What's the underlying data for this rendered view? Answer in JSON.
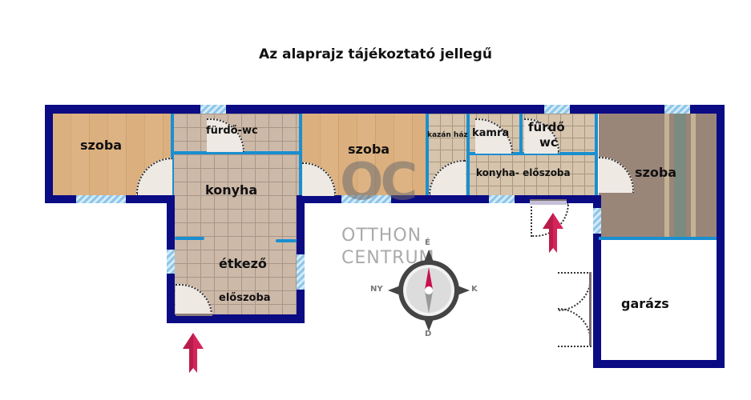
{
  "title": "Az alaprajz tájékoztató jellegű",
  "rooms": [
    {
      "id": "szoba-1",
      "label": "szoba"
    },
    {
      "id": "furdo-wc-1",
      "label": "fürdő-wc"
    },
    {
      "id": "konyha",
      "label": "konyha"
    },
    {
      "id": "szoba-2",
      "label": "szoba"
    },
    {
      "id": "kazan-haz",
      "label": "kazán ház"
    },
    {
      "id": "kamra",
      "label": "kamra"
    },
    {
      "id": "furdo-wc-2-line1",
      "label": "fürdő"
    },
    {
      "id": "furdo-wc-2-line2",
      "label": "wc"
    },
    {
      "id": "konyha-eloszoba",
      "label": "konyha- előszoba"
    },
    {
      "id": "szoba-3",
      "label": "szoba"
    },
    {
      "id": "etkezo",
      "label": "étkező"
    },
    {
      "id": "eloszoba",
      "label": "előszoba"
    },
    {
      "id": "garazs",
      "label": "garázs"
    }
  ],
  "watermark": {
    "logo": "OC",
    "line1": "OTTHON",
    "line2": "CENTRUM"
  },
  "compass": {
    "north": "É",
    "south": "D",
    "west": "NY",
    "east": "K"
  },
  "colors": {
    "outer_wall": "#0b0b84",
    "inner_wall": "#1a8fd0",
    "entrance_arrow": "#d6245a",
    "compass_needle": "#c8104e"
  }
}
